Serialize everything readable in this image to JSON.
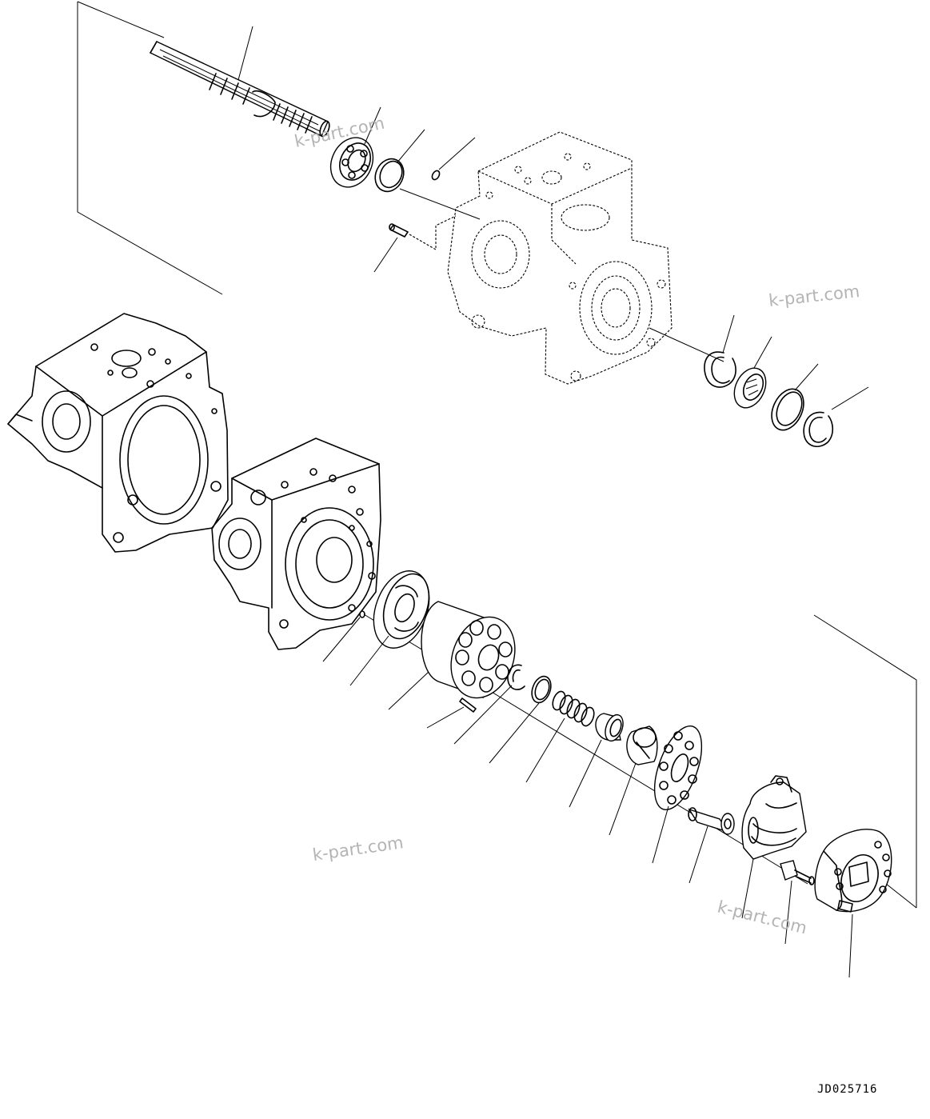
{
  "watermarks": [
    "k-part.com",
    "k-part.com",
    "k-part.com",
    "k-part.com"
  ],
  "drawing_code": "JD025716"
}
